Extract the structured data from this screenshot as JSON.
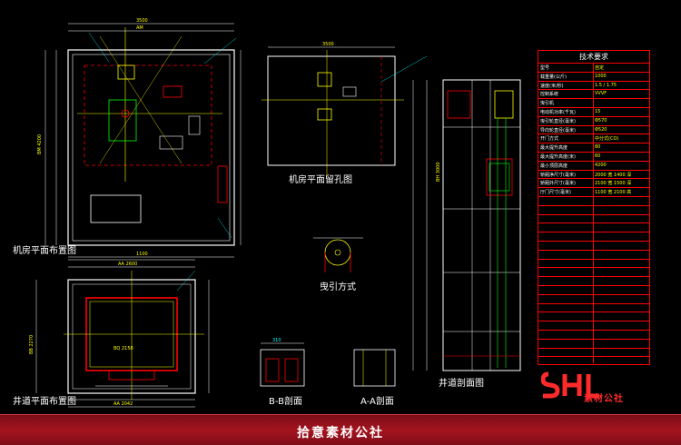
{
  "titles": {
    "machine_room_plan": "机房平面布置图",
    "machine_room_holes": "机房平面留孔图",
    "traction_method": "曳引方式",
    "hoistway_plan": "井道平面布置图",
    "bb_section": "B-B剖面",
    "aa_section": "A-A剖面",
    "hoistway_section": "井道剖面图"
  },
  "spec_table": {
    "title": "技术要求",
    "rows": [
      [
        "型号",
        "自定"
      ],
      [
        "载重量(公斤)",
        "1000"
      ],
      [
        "速度(米/秒)",
        "1.5 / 1.75"
      ],
      [
        "控制系统",
        "VVVF"
      ],
      [
        "曳引机",
        ""
      ],
      [
        "电动机功率(千瓦)",
        "15"
      ],
      [
        "曳引轮直径(毫米)",
        "Φ570"
      ],
      [
        "导向轮直径(毫米)",
        "Φ520"
      ],
      [
        "开门方式",
        "中分式(CO)"
      ],
      [
        "最大提升高度",
        "80"
      ],
      [
        "最大提升高度(米)",
        "60"
      ],
      [
        "最小顶层高度",
        "4200"
      ],
      [
        "轿厢净尺寸(毫米)",
        "2000 宽 1400 深"
      ],
      [
        "轿厢外尺寸(毫米)",
        "2100 宽 1500 深"
      ],
      [
        "厅门尺寸(毫米)",
        "1100 宽 2100 高"
      ],
      [
        "",
        ""
      ],
      [
        "",
        ""
      ],
      [
        "",
        ""
      ],
      [
        "",
        ""
      ],
      [
        "",
        ""
      ],
      [
        "",
        ""
      ],
      [
        "",
        ""
      ],
      [
        "",
        ""
      ],
      [
        "",
        ""
      ],
      [
        "",
        ""
      ],
      [
        "",
        ""
      ],
      [
        "",
        ""
      ],
      [
        "",
        ""
      ],
      [
        "",
        ""
      ],
      [
        "",
        ""
      ],
      [
        "",
        ""
      ],
      [
        "",
        ""
      ],
      [
        "",
        ""
      ]
    ]
  },
  "watermark": {
    "text": "素材公社"
  },
  "footer": {
    "text": "拾意素材公社"
  },
  "colors": {
    "background": "#000000",
    "frame_red": "#ff0000",
    "dimension_yellow": "#ffff00",
    "accent_cyan": "#00ffff",
    "footer_band": "#a5141f"
  }
}
